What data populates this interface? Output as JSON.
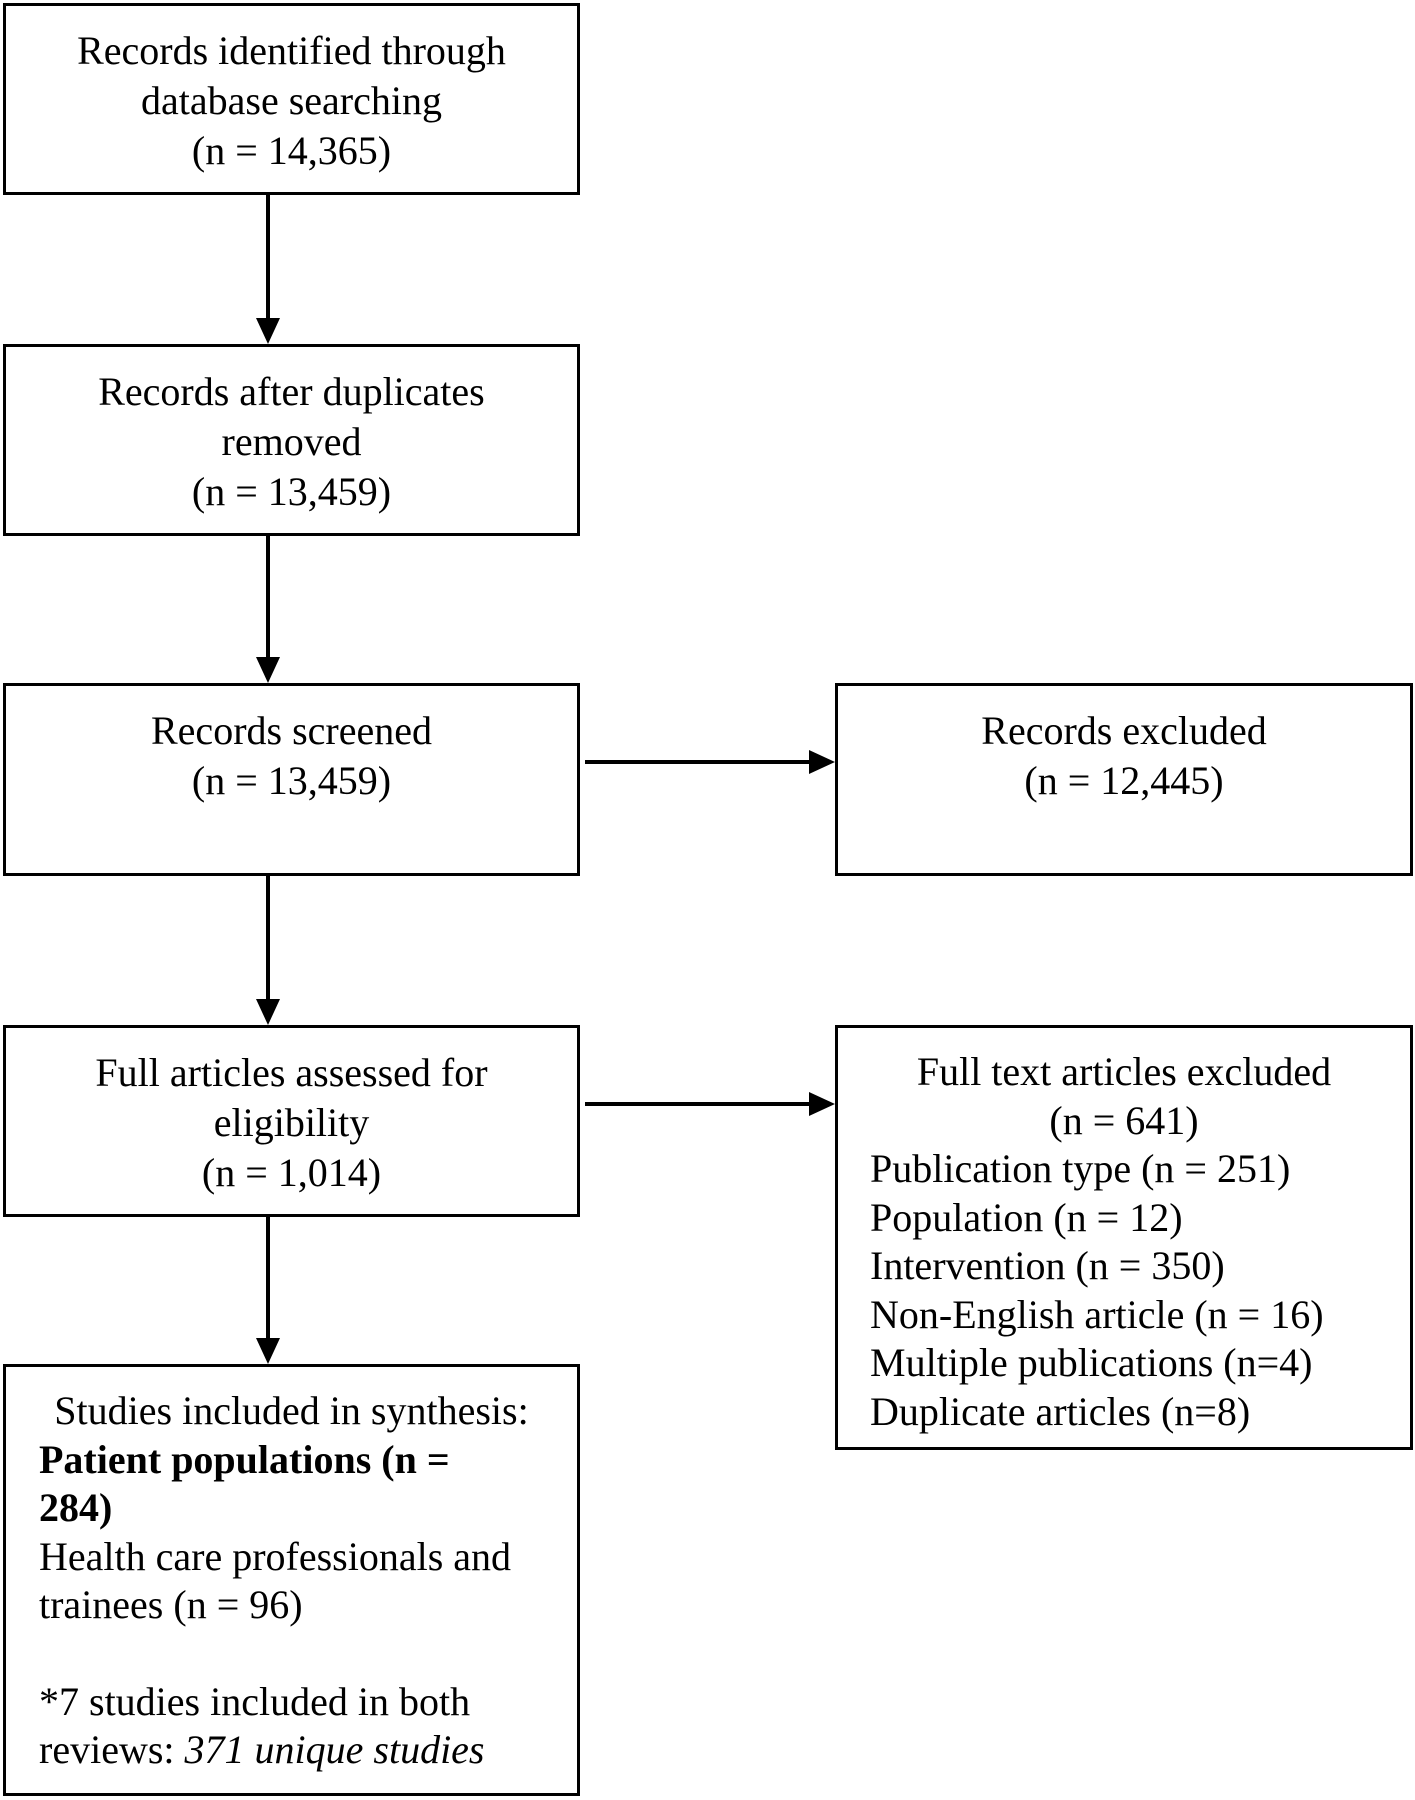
{
  "identified": {
    "line1": "Records identified through",
    "line2": "database searching",
    "count": "(n = 14,365)"
  },
  "duplicates_removed": {
    "line1": "Records after duplicates",
    "line2": "removed",
    "count": "(n = 13,459)"
  },
  "screened": {
    "line1": "Records screened",
    "count": "(n = 13,459)"
  },
  "excluded": {
    "line1": "Records excluded",
    "count": "(n = 12,445)"
  },
  "full_assessed": {
    "line1": "Full articles assessed for",
    "line2": "eligibility",
    "count": "(n = 1,014)"
  },
  "full_excluded": {
    "title": "Full text articles excluded",
    "count": "(n = 641)",
    "reasons": [
      "Publication type (n = 251)",
      "Population (n = 12)",
      "Intervention (n = 350)",
      "Non-English article (n = 16)",
      "Multiple publications (n=4)",
      "Duplicate articles (n=8)"
    ]
  },
  "included": {
    "intro": "Studies included in synthesis:",
    "patient_line1": "Patient populations (n =",
    "patient_line2": "284)",
    "hcp_line1": "Health care professionals and",
    "hcp_line2": "trainees (n = 96)",
    "note_line1": "*7 studies included in both",
    "note_prefix": "reviews: ",
    "note_emphasis": "371 unique studies"
  }
}
